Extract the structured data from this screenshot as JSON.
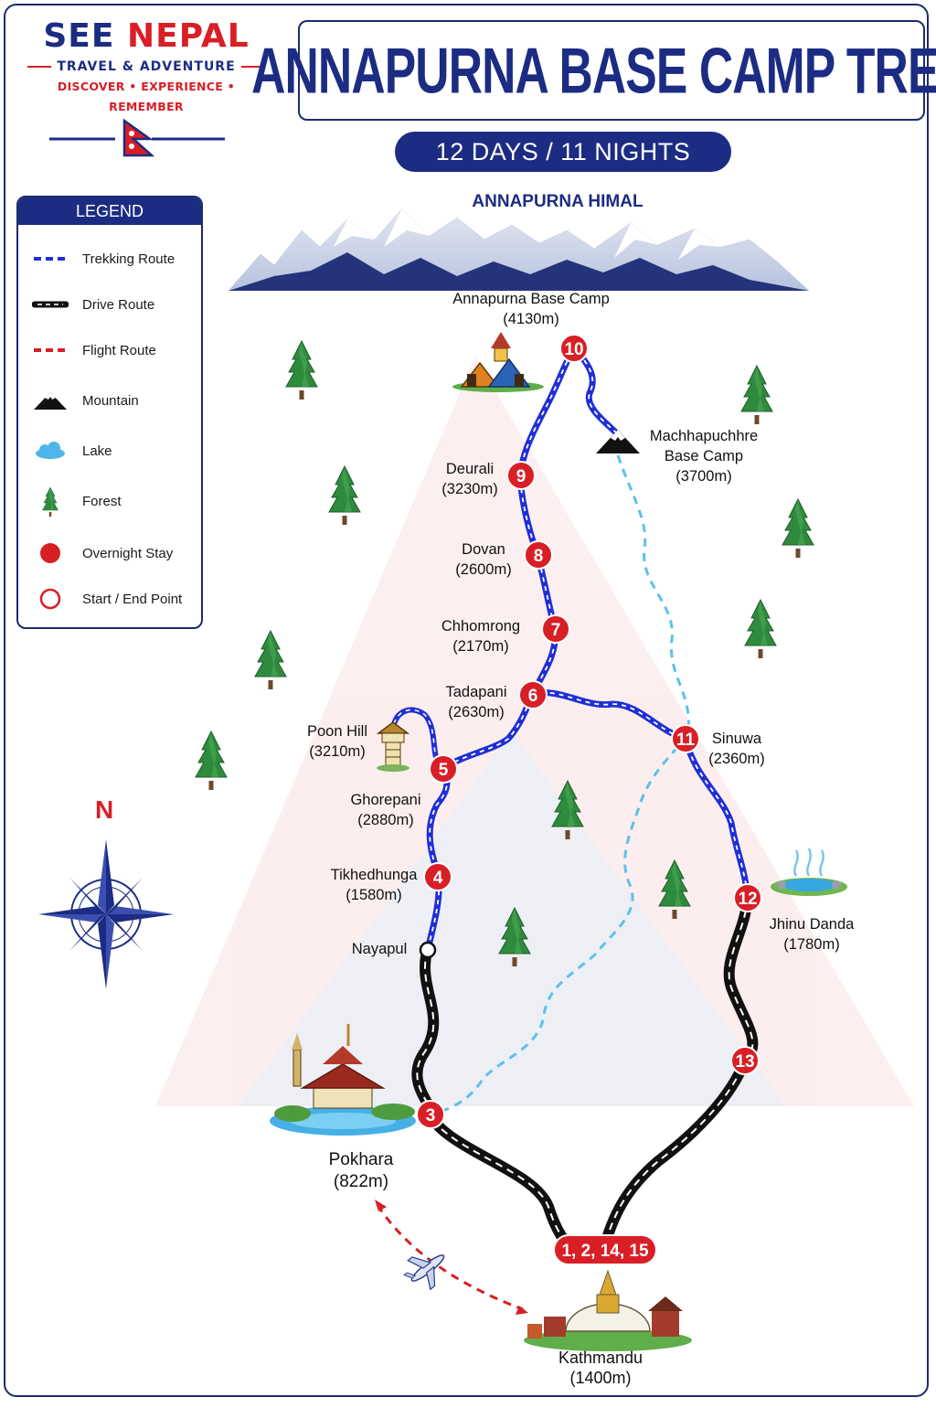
{
  "brand": {
    "name_part1": "SEE",
    "name_part2": "NEPAL",
    "subtitle": "TRAVEL & ADVENTURE",
    "tagline": "DISCOVER • EXPERIENCE • REMEMBER"
  },
  "title": "ANNAPURNA BASE CAMP TREK",
  "duration": "12 DAYS / 11 NIGHTS",
  "range_name": "ANNAPURNA HIMAL",
  "legend": {
    "heading": "LEGEND",
    "items": [
      {
        "label": "Trekking Route",
        "icon": "blue-dashed-line"
      },
      {
        "label": "Drive Route",
        "icon": "black-road-line"
      },
      {
        "label": "Flight Route",
        "icon": "red-dashed-line"
      },
      {
        "label": "Mountain",
        "icon": "mountain-icon"
      },
      {
        "label": "Lake",
        "icon": "lake-icon"
      },
      {
        "label": "Forest",
        "icon": "tree-icon"
      },
      {
        "label": "Overnight Stay",
        "icon": "red-dot"
      },
      {
        "label": "Start / End Point",
        "icon": "red-ring"
      }
    ]
  },
  "compass_label": "N",
  "places": [
    {
      "name": "Annapurna Base Camp",
      "altitude": "(4130m)"
    },
    {
      "name": "Machhapuchhre",
      "name2": "Base Camp",
      "altitude": "(3700m)"
    },
    {
      "name": "Deurali",
      "altitude": "(3230m)"
    },
    {
      "name": "Dovan",
      "altitude": "(2600m)"
    },
    {
      "name": "Chhomrong",
      "altitude": "(2170m)"
    },
    {
      "name": "Tadapani",
      "altitude": "(2630m)"
    },
    {
      "name": "Poon Hill",
      "altitude": "(3210m)"
    },
    {
      "name": "Sinuwa",
      "altitude": "(2360m)"
    },
    {
      "name": "Ghorepani",
      "altitude": "(2880m)"
    },
    {
      "name": "Tikhedhunga",
      "altitude": "(1580m)"
    },
    {
      "name": "Jhinu Danda",
      "altitude": "(1780m)"
    },
    {
      "name": "Nayapul"
    },
    {
      "name": "Pokhara",
      "altitude": "(822m)"
    },
    {
      "name": "Kathmandu",
      "altitude": "(1400m)"
    }
  ],
  "stops": [
    "10",
    "9",
    "8",
    "7",
    "6",
    "5",
    "11",
    "4",
    "12",
    "13",
    "3"
  ],
  "kathmandu_days": "1, 2, 14, 15",
  "colors": {
    "navy": "#1c2c83",
    "red": "#d81f26",
    "trek_blue": "#1f2fd6",
    "light_blue": "#5cc1ec"
  }
}
